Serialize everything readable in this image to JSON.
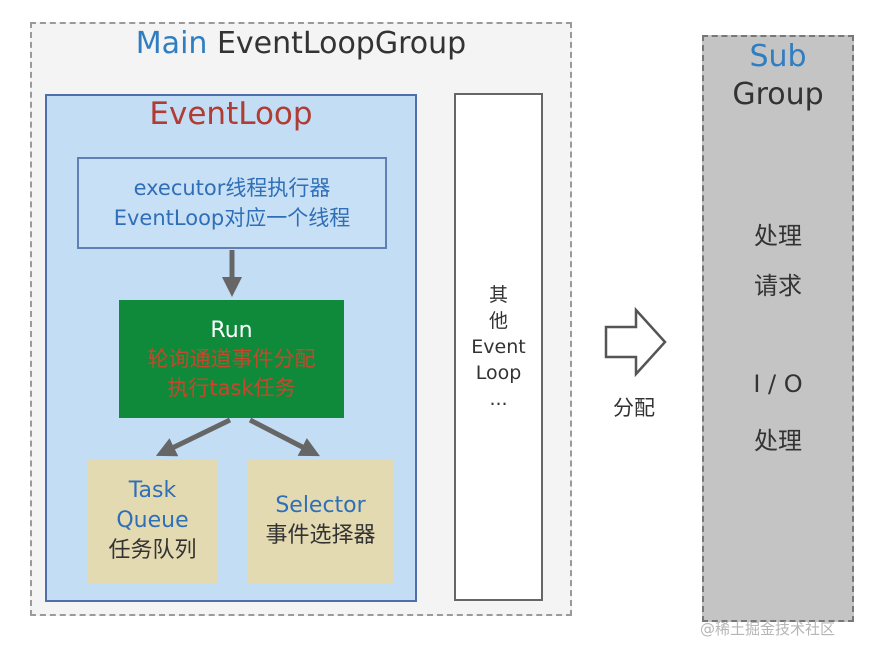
{
  "main_group": {
    "title_accent": "Main",
    "title_rest": "EventLoopGroup"
  },
  "eventloop": {
    "title": "EventLoop",
    "executor_line1": "executor线程执行器",
    "executor_line2": "EventLoop对应一个线程",
    "run_label": "Run",
    "run_line1": "轮询通道事件分配",
    "run_line2": "执行task任务",
    "task_queue_line1": "Task",
    "task_queue_line2": "Queue",
    "task_queue_line3": "任务队列",
    "selector_line1": "Selector",
    "selector_line2": "事件选择器"
  },
  "other_loop": {
    "line1": "其",
    "line2": "他",
    "line3": "Event",
    "line4": "Loop",
    "line5": "..."
  },
  "distribute_label": "分配",
  "sub_group": {
    "title_accent": "Sub",
    "title_rest": "Group",
    "text1": "处理",
    "text2": "请求",
    "text3": "I / O",
    "text4": "处理"
  },
  "watermark": "@稀土掘金技术社区",
  "colors": {
    "accent_blue": "#2f7ec1",
    "eventloop_red": "#b13c33",
    "run_green": "#0e8a3a",
    "panel_blue": "#c3ddf4",
    "box_tan": "#e4dab2",
    "sub_gray": "#c4c4c4"
  }
}
